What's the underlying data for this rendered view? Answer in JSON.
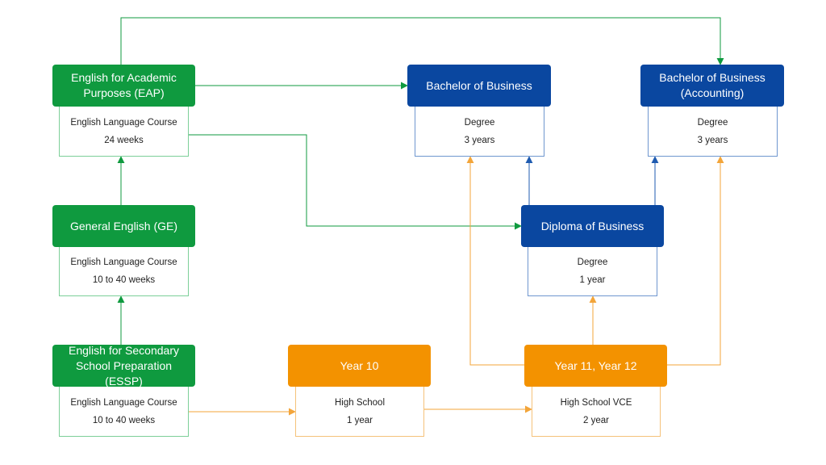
{
  "colors": {
    "green": "#0f9a3f",
    "blue": "#0a47a0",
    "orange": "#f39200",
    "green_line": "#0f9a3f",
    "blue_line": "#1f5bb0",
    "orange_line": "#f3a53a"
  },
  "nodes": {
    "eap": {
      "title": "English for Academic Purposes (EAP)",
      "line1": "English Language Course",
      "line2": "24 weeks"
    },
    "ge": {
      "title": "General English (GE)",
      "line1": "English Language Course",
      "line2": "10 to 40 weeks"
    },
    "essp": {
      "title": "English for Secondary School Preparation (ESSP)",
      "line1": "English Language Course",
      "line2": "10 to 40 weeks"
    },
    "bachelor_business": {
      "title": "Bachelor of Business",
      "line1": "Degree",
      "line2": "3 years"
    },
    "bachelor_accounting": {
      "title": "Bachelor of Business (Accounting)",
      "line1": "Degree",
      "line2": "3 years"
    },
    "diploma_business": {
      "title": "Diploma of Business",
      "line1": "Degree",
      "line2": "1 year"
    },
    "year10": {
      "title": "Year 10",
      "line1": "High School",
      "line2": "1 year"
    },
    "year11_12": {
      "title": "Year 11, Year 12",
      "line1": "High School VCE",
      "line2": "2 year"
    }
  }
}
